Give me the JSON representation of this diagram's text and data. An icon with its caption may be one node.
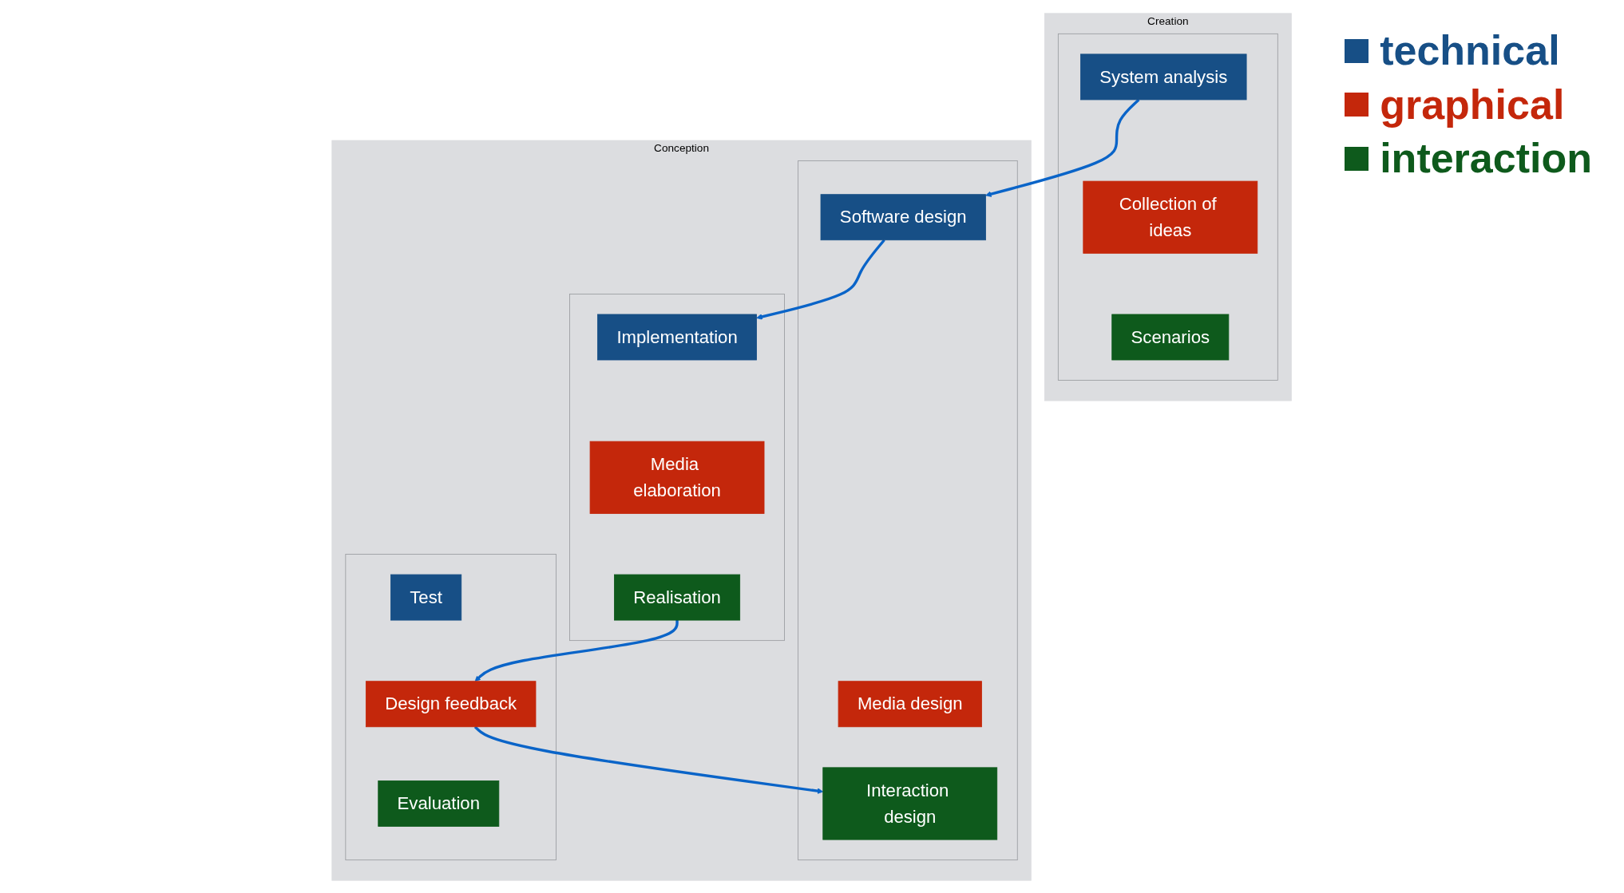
{
  "diagram": {
    "nodes": [
      {
        "text": [
          "Creation"
        ]
      },
      {
        "text": [],
        "shape": "box",
        "in": 0
      },
      {
        "text": [
          "System analysis"
        ],
        "in": 1
      },
      {
        "text": [
          "Collection of ideas"
        ],
        "in": 1
      },
      {
        "text": [
          "Scenarios"
        ],
        "in": 1
      },
      {
        "text": [
          "Conception"
        ]
      },
      {
        "text": [],
        "shape": "box",
        "in": 5
      },
      {
        "text": [
          "Software design"
        ],
        "in": 6
      },
      {
        "text": [
          "Media design"
        ],
        "in": 6
      },
      {
        "text": [
          "Interaction design"
        ],
        "in": 6
      },
      {
        "text": [],
        "shape": "box",
        "in": 5
      },
      {
        "text": [
          "Implementation"
        ],
        "in": 10
      },
      {
        "text": [
          "Media elaboration"
        ],
        "in": 10
      },
      {
        "text": [
          "Realisation"
        ],
        "in": 10
      },
      {
        "text": [],
        "shape": "box",
        "in": 5
      },
      {
        "text": [
          "Test"
        ],
        "in": 14
      },
      {
        "text": [
          "Design feedback"
        ],
        "in": 14
      },
      {
        "text": [
          "Evaluation"
        ],
        "in": 14
      }
    ],
    "edges": [
      {
        "from": 2,
        "to": 7,
        "arrow": "to"
      },
      {
        "from": 7,
        "to": 11,
        "arrow": "to"
      },
      {
        "from": 13,
        "to": 16,
        "arrow": "to"
      },
      {
        "from": 16,
        "to": 9,
        "arrow": "to"
      }
    ],
    "legend": [
      {
        "text": "technical",
        "color": "#174f86"
      },
      {
        "text": "graphical",
        "color": "#c4270b"
      },
      {
        "text": "interaction",
        "color": "#0e5a1c"
      }
    ]
  }
}
